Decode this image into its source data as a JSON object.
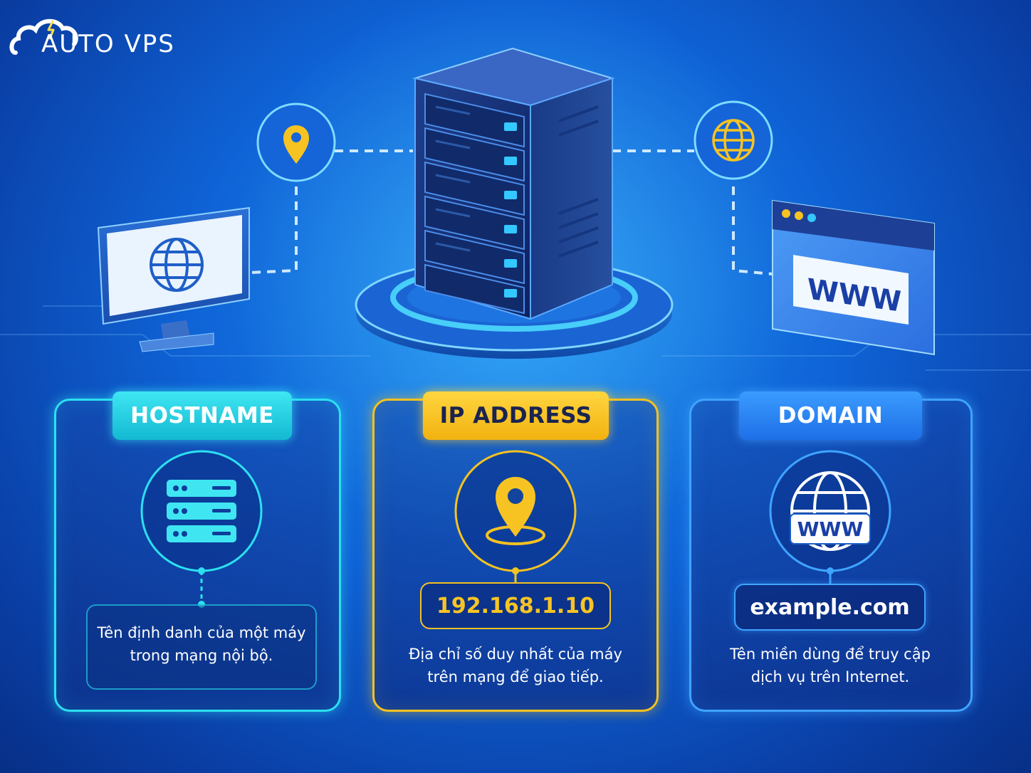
{
  "brand": {
    "logo_text": "AUTO VPS"
  },
  "panels": [
    {
      "title": "HOSTNAME",
      "value": "",
      "description_line1": "Tên định danh của một máy",
      "description_line2": "trong mạng nội bộ.",
      "icon": "server-rack-icon",
      "accent": "#2ce0f0"
    },
    {
      "title": "IP ADDRESS",
      "value": "192.168.1.10",
      "description_line1": "Địa chỉ số duy nhất của máy",
      "description_line2": "trên mạng để giao tiếp.",
      "icon": "location-pin-icon",
      "accent": "#f5c221"
    },
    {
      "title": "DOMAIN",
      "value": "example.com",
      "description_line1": "Tên miền dùng để truy cập",
      "description_line2": "dịch vụ trên Internet.",
      "icon": "globe-www-icon",
      "accent": "#3fa4ff"
    }
  ],
  "top_illustration": {
    "browser_label": "WWW",
    "domain_badge": "WWW",
    "icons": [
      "monitor-globe-icon",
      "location-pin-icon",
      "server-tower-icon",
      "globe-icon",
      "browser-window-icon"
    ]
  }
}
